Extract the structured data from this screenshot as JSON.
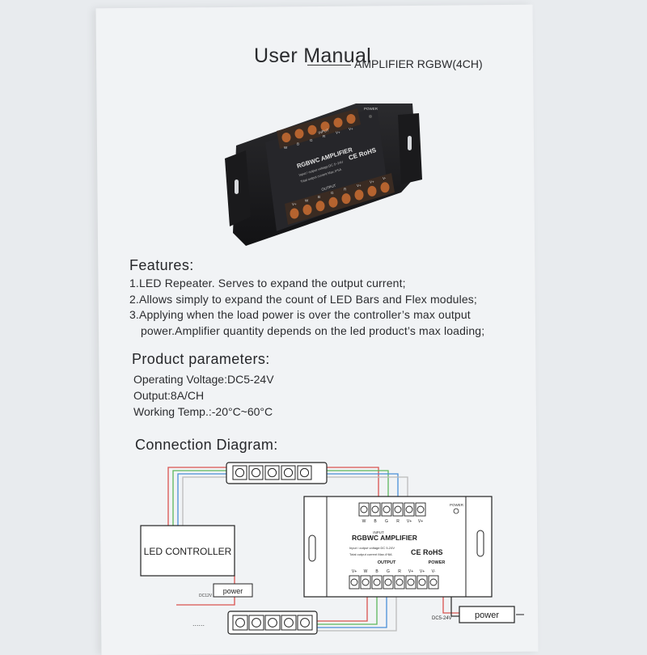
{
  "header": {
    "title": "User Manual",
    "subtitle": "AMPLIFIER RGBW(4CH)"
  },
  "photo": {
    "device_label": "RGBWC AMPLIFIER",
    "spec_line1": "Input / output voltage:DC 5~24V",
    "spec_line2": "Total output current Max.4*5A",
    "cert": "CE RoHS",
    "output_label": "OUTPUT",
    "input_label": "INPUT",
    "power_label": "POWER",
    "top_terminals": [
      "W",
      "B",
      "G",
      "R",
      "V+",
      "V+"
    ],
    "bottom_terminals": [
      "V+",
      "W",
      "B",
      "G",
      "R",
      "V+",
      "V+",
      "V-"
    ]
  },
  "features": {
    "heading": "Features:",
    "items": [
      "1.LED Repeater. Serves to expand the output current;",
      "2.Allows simply to expand the count of LED Bars and Flex modules;",
      "3.Applying when the load power is over the controller’s max output",
      "power.Amplifier quantity depends on the led product’s max loading;"
    ]
  },
  "parameters": {
    "heading": "Product parameters:",
    "items": [
      "Operating Voltage:DC5-24V",
      "Output:8A/CH",
      "Working  Temp.:-20°C~60°C"
    ]
  },
  "diagram": {
    "heading": "Connection Diagram:",
    "controller_label": "LED CONTROLLER",
    "power_label": "power",
    "amp_power_label": "power",
    "dc_label": "DC5-24V",
    "small_dc_label": "DC12V",
    "amp_title": "RGBWC AMPLIFIER",
    "amp_spec1": "Input / output voltage:DC 5-24V",
    "amp_spec2": "Total output current Max.4*8A",
    "amp_cert": "CE RoHS",
    "amp_input_label": "INPUT",
    "amp_output_label": "OUTPUT",
    "amp_power_section": "POWER",
    "amp_power_led": "POWER",
    "amp_top_terminals": [
      "W",
      "B",
      "G",
      "R",
      "V+",
      "V+"
    ],
    "amp_bottom_terminals": [
      "V+",
      "W",
      "B",
      "G",
      "R",
      "V+",
      "V+",
      "V-"
    ],
    "dots": "......"
  },
  "colors": {
    "paper": "#f1f3f5",
    "device": "#1c1c1e",
    "terminal_orange": "#b5632f",
    "wire_red": "#d9534f",
    "wire_green": "#5cb85c",
    "wire_blue": "#4a8fd8",
    "wire_white": "#bbbbbb"
  }
}
